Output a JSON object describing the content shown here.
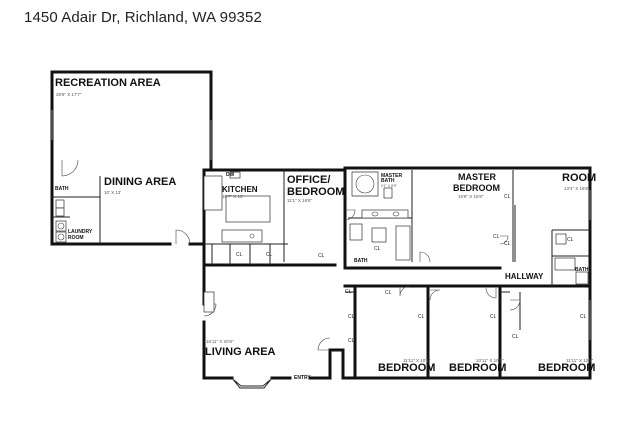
{
  "address": "1450 Adair Dr, Richland, WA 99352",
  "rooms": {
    "recreation": {
      "name": "RECREATION AREA",
      "dim": "28'6\" X 17'7\""
    },
    "dining": {
      "name": "DINING AREA",
      "dim": "10' X 13'"
    },
    "kitchen": {
      "name": "KITCHEN",
      "dim": "10'7\" X 12'"
    },
    "office_line1": "OFFICE/",
    "office_line2": "BEDROOM",
    "office_dim": "11'1\" X 16'8\"",
    "master_line1": "MASTER",
    "master_line2": "BEDROOM",
    "master_dim": "15'8\" X 16'8\"",
    "master_bath_line1": "MASTER",
    "master_bath_line2": "BATH",
    "master_bath_dim": "9'1\" X 8'9\"",
    "room": {
      "name": "ROOM",
      "dim": "13'4\" X 16'8\""
    },
    "bedroom_1": {
      "name": "BEDROOM",
      "dim": "11'11\" X 10'1\""
    },
    "bedroom_2": {
      "name": "BEDROOM",
      "dim": "10'11\" X 10'1\""
    },
    "bedroom_3": {
      "name": "BEDROOM",
      "dim": "11'11\" X 12'1\""
    },
    "living": {
      "name": "LIVING AREA",
      "dim": "16'11\" X 20'6\""
    },
    "hallway": "HALLWAY",
    "entry": "ENTRY",
    "laundry_line1": "LAUNDRY",
    "laundry_line2": "ROOM",
    "bath": "BATH",
    "dw": "DW"
  },
  "closet_label": "CL"
}
